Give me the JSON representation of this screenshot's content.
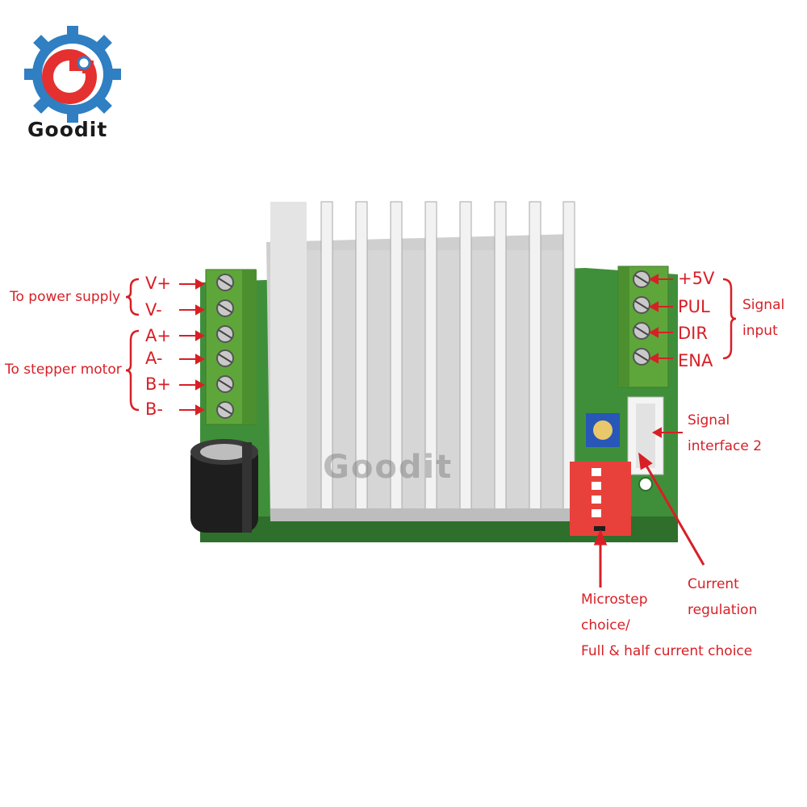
{
  "brand": {
    "name": "Goodit"
  },
  "watermark": {
    "text": "Goodit"
  },
  "left_terminals": {
    "group_power": "To power supply",
    "group_motor": "To stepper motor",
    "pins": [
      "V+",
      "V-",
      "A+",
      "A-",
      "B+",
      "B-"
    ]
  },
  "right_terminals": {
    "pins": [
      "+5V",
      "PUL",
      "DIR",
      "ENA"
    ],
    "group_label_1": "Signal",
    "group_label_2": "input"
  },
  "signal_interface": {
    "line1": "Signal",
    "line2": "interface 2"
  },
  "current_regulation": {
    "line1": "Current",
    "line2": "regulation"
  },
  "microstep": {
    "line1": "Microstep",
    "line2": "choice/",
    "line3": "Full & half current choice"
  },
  "colors": {
    "label_red": "#d81f26",
    "pcb_green": "#3f8f3a",
    "terminal_green": "#5ea63a",
    "heatsink": "#d9d9d9",
    "dip_red": "#e8403a"
  }
}
